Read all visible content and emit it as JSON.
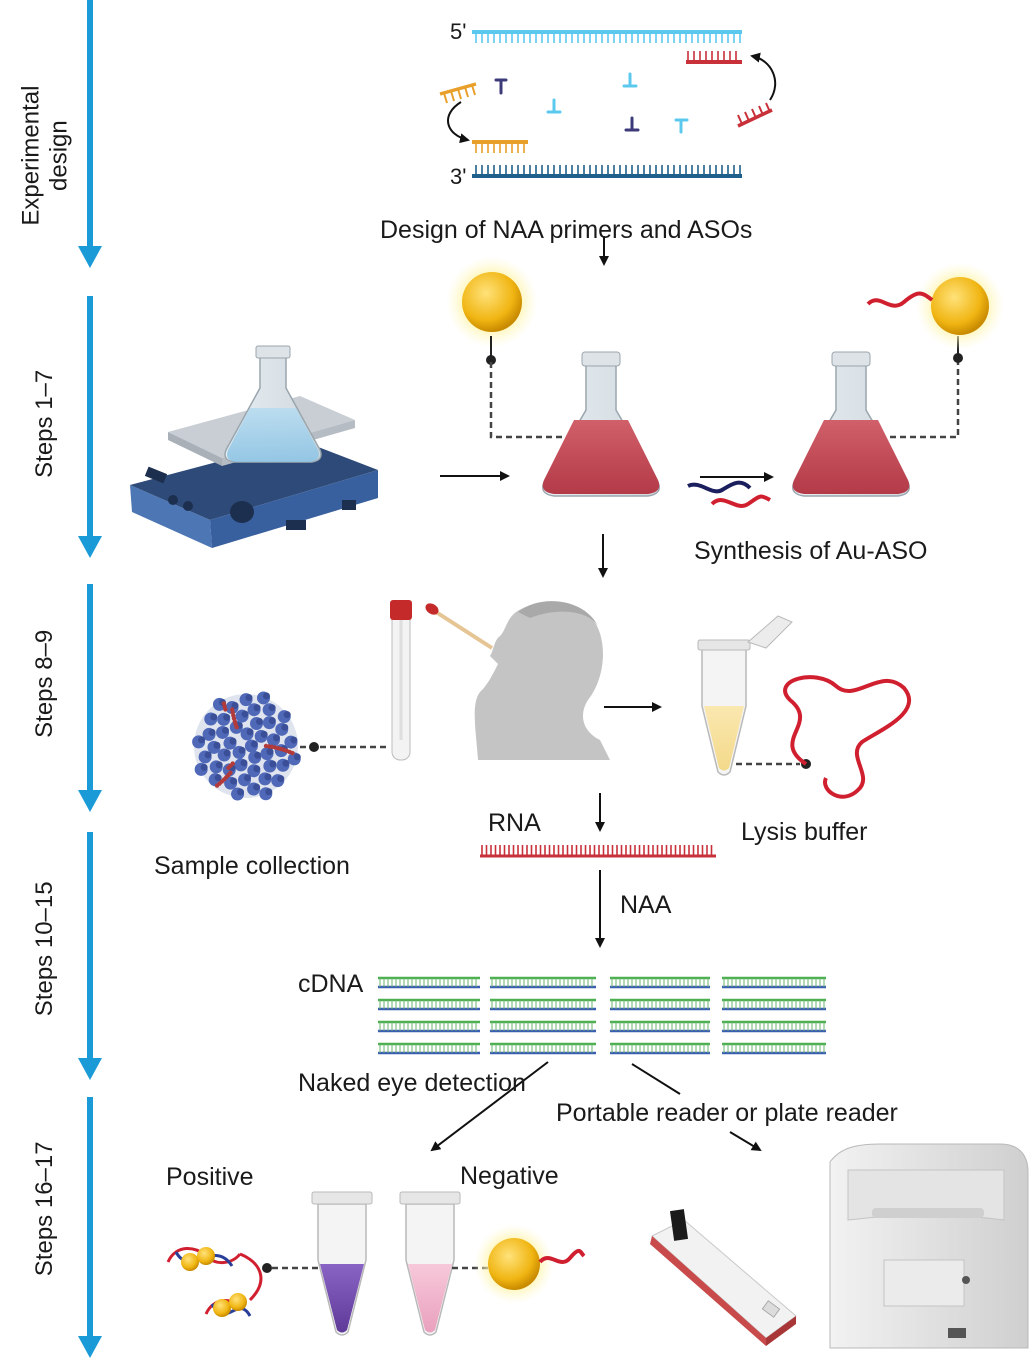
{
  "stages": [
    {
      "label": "Experimental\ndesign"
    },
    {
      "label": "Steps 1–7"
    },
    {
      "label": "Steps 8–9"
    },
    {
      "label": "Steps 10–15"
    },
    {
      "label": "Steps 16–17"
    }
  ],
  "labels": {
    "five_prime": "5'",
    "three_prime": "3'",
    "design": "Design of NAA primers and ASOs",
    "synthesis": "Synthesis of Au-ASO",
    "rna": "RNA",
    "lysis": "Lysis buffer",
    "sample": "Sample collection",
    "naa": "NAA",
    "cdna": "cDNA",
    "naked_eye": "Naked eye detection",
    "reader": "Portable reader or plate reader",
    "positive": "Positive",
    "negative": "Negative"
  },
  "colors": {
    "timeline": "#1a9ad6",
    "dna_light": "#5bc8ee",
    "dna_dark": "#1f5f8b",
    "primer_orange": "#e8a02a",
    "primer_red": "#c8303a",
    "gold": "#f3c21b",
    "solution_red": "#c84a55",
    "positive_purple": "#7a4fb0",
    "negative_pink": "#f0b4cc",
    "cdna_green": "#4caf50",
    "cdna_blue": "#3a5fb0",
    "hotplate": "#3c5e94"
  }
}
